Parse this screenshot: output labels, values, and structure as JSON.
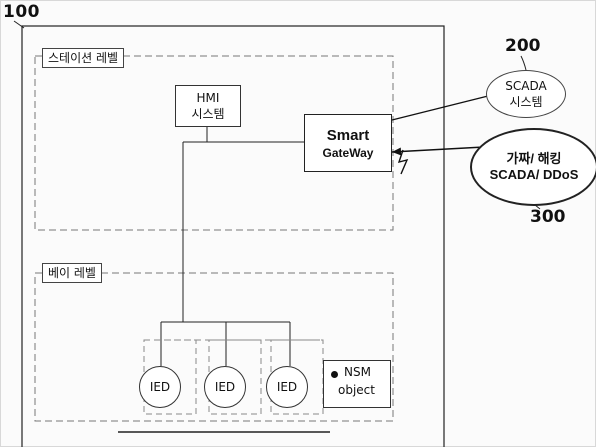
{
  "refs": {
    "system": "100",
    "scada": "200",
    "attack": "300"
  },
  "station_level": {
    "label": "스테이션 레벨"
  },
  "bay_level": {
    "label": "베이 레벨"
  },
  "hmi": {
    "line1": "HMI",
    "line2": "시스템"
  },
  "gateway": {
    "line1": "Smart",
    "line2": "GateWay"
  },
  "scada": {
    "line1": "SCADA",
    "line2": "시스템"
  },
  "attack": {
    "line1": "가짜/ 해킹",
    "line2": "SCADA/ DDoS"
  },
  "ieds": [
    {
      "label": "IED"
    },
    {
      "label": "IED"
    },
    {
      "label": "IED"
    }
  ],
  "legend": {
    "line1": "NSM",
    "line2": "object"
  }
}
